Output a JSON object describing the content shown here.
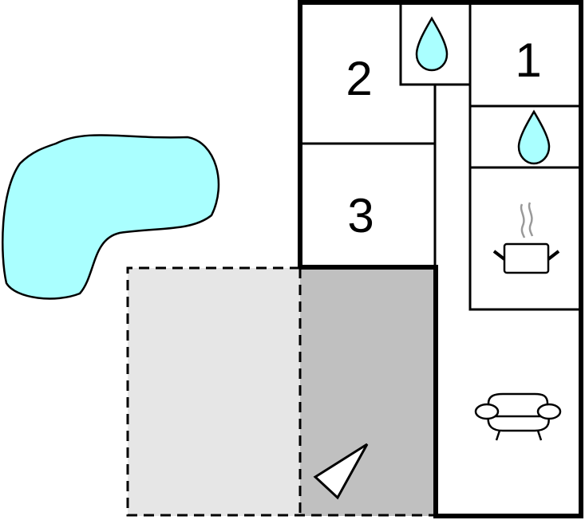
{
  "title": "Floor plan",
  "rooms": [
    {
      "label": "1",
      "type": "bedroom"
    },
    {
      "label": "2",
      "type": "bedroom"
    },
    {
      "label": "3",
      "type": "bedroom"
    }
  ],
  "icons": [
    "water-drop-icon",
    "water-drop-icon",
    "cooking-pot-icon",
    "sofa-icon",
    "view-direction-icon",
    "pond-icon"
  ],
  "colors": {
    "water": "#aaffff",
    "terrace_light": "#e6e6e6",
    "terrace_dark": "#c0c0c0",
    "wall": "#000000"
  }
}
